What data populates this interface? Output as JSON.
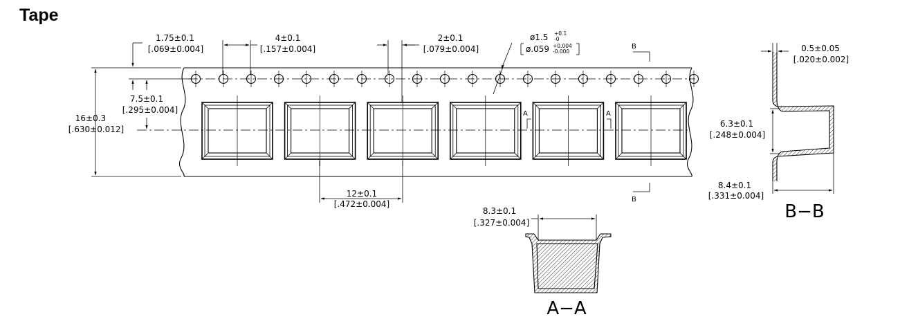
{
  "title": "Tape",
  "dimensions": {
    "hole_edge": {
      "metric": "1.75±0.1",
      "inch": "[.069±0.004]"
    },
    "hole_pitch": {
      "metric": "4±0.1",
      "inch": "[.157±0.004]"
    },
    "hole_to_pocket": {
      "metric": "2±0.1",
      "inch": "[.079±0.004]"
    },
    "hole_dia": {
      "metric": "ø1.5",
      "metric_tol_upper": "+0.1",
      "metric_tol_lower": "-0",
      "inch": "ø.059",
      "inch_tol_upper": "+0.004",
      "inch_tol_lower": "-0.000"
    },
    "hole_to_center": {
      "metric": "7.5±0.1",
      "inch": "[.295±0.004]"
    },
    "tape_width": {
      "metric": "16±0.3",
      "inch": "[.630±0.012]"
    },
    "pocket_pitch": {
      "metric": "12±0.1",
      "inch": "[.472±0.004]"
    },
    "thickness": {
      "metric": "0.5±0.05",
      "inch": "[.020±0.002]"
    },
    "pocket_depth_bb": {
      "metric": "6.3±0.1",
      "inch": "[.248±0.004]"
    },
    "pocket_length_bb": {
      "metric": "8.4±0.1",
      "inch": "[.331±0.004]"
    },
    "pocket_width_aa": {
      "metric": "8.3±0.1",
      "inch": "[.327±0.004]"
    }
  },
  "section_marks": {
    "a": "A",
    "b": "B"
  },
  "section_labels": {
    "bb": "B−B",
    "aa": "A−A"
  }
}
